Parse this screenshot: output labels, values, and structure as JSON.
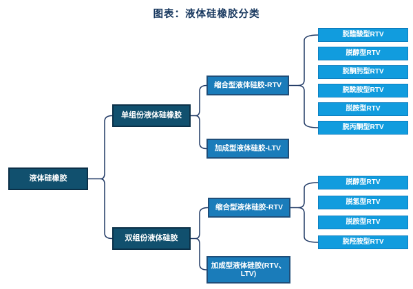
{
  "title": "图表：液体硅橡胶分类",
  "diagram": {
    "root": {
      "label": "液体硅橡胶"
    },
    "branches": [
      {
        "label": "单组份液体硅橡胶",
        "children": [
          {
            "label": "缩合型液体硅胶-RTV",
            "leaves": [
              "脱醋酸型RTV",
              "脱醇型RTV",
              "脱酮肟型RTV",
              "脱酰胺型RTV",
              "脱胺型RTV",
              "脱丙酮型RTV"
            ]
          },
          {
            "label": "加成型液体硅胶-LTV",
            "leaves": []
          }
        ]
      },
      {
        "label": "双组份液体硅胶",
        "children": [
          {
            "label": "缩合型液体硅胶-RTV",
            "leaves": [
              "脱醇型RTV",
              "脱氢型RTV",
              "脱胺型RTV",
              "脱羟胺型RTV"
            ]
          },
          {
            "label": "加成型液体硅胶(RTV、LTV)",
            "leaves": []
          }
        ]
      }
    ]
  },
  "colors": {
    "title": "#17375e",
    "dark_box": "#11506e",
    "dark_box_border": "#0b3048",
    "mid_box": "#1a7cba",
    "mid_box_border": "#1f4e79",
    "leaf_box": "#119cde",
    "leaf_box_border": "#0d7fc0",
    "connector": "#1f3864"
  }
}
